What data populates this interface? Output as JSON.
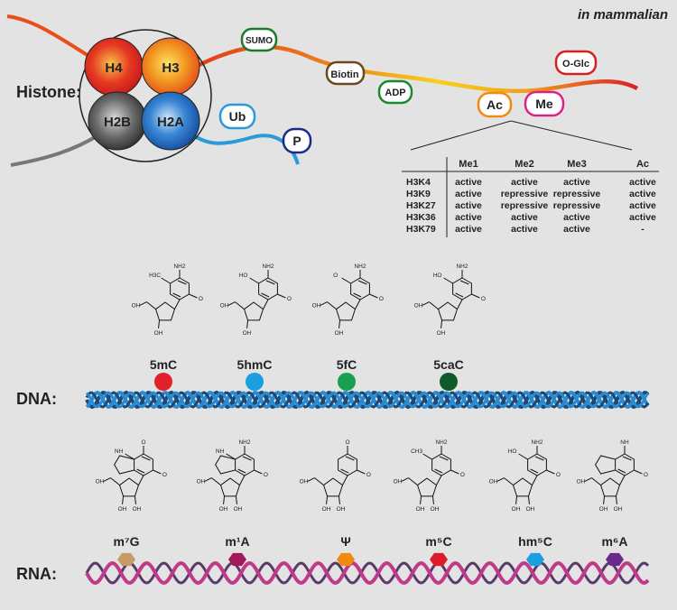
{
  "header": {
    "note": "in mammalian"
  },
  "histone": {
    "label": "Histone:",
    "cores": [
      "H4",
      "H3",
      "H2B",
      "H2A"
    ],
    "tags": [
      {
        "label": "SUMO",
        "color": "#1a7a2e"
      },
      {
        "label": "Biotin",
        "color": "#6b4a1a"
      },
      {
        "label": "ADP",
        "color": "#1a8a2e"
      },
      {
        "label": "O-Glc",
        "color": "#d62020"
      },
      {
        "label": "Ac",
        "color": "#f08a10"
      },
      {
        "label": "Me",
        "color": "#e0208a"
      },
      {
        "label": "Ub",
        "color": "#2a9ad8"
      },
      {
        "label": "P",
        "color": "#1a2a8a"
      }
    ]
  },
  "table": {
    "headers": [
      "",
      "Me1",
      "Me2",
      "Me3",
      "Ac"
    ],
    "rows": [
      [
        "H3K4",
        "active",
        "active",
        "active",
        "active"
      ],
      [
        "H3K9",
        "active",
        "repressive",
        "repressive",
        "active"
      ],
      [
        "H3K27",
        "active",
        "repressive",
        "repressive",
        "active"
      ],
      [
        "H3K36",
        "active",
        "active",
        "active",
        "active"
      ],
      [
        "H3K79",
        "active",
        "active",
        "active",
        "-"
      ]
    ]
  },
  "dna": {
    "label": "DNA:",
    "marks": [
      {
        "label": "5mC",
        "color": "#e0202a"
      },
      {
        "label": "5hmC",
        "color": "#1aa0e0"
      },
      {
        "label": "5fC",
        "color": "#18a050"
      },
      {
        "label": "5caC",
        "color": "#0e5a28"
      }
    ],
    "atoms": {
      "nh2": "NH2",
      "ch3": "H3C",
      "oh": "OH",
      "o": "O",
      "n": "N",
      "ho": "HO",
      "h": "H"
    }
  },
  "rna": {
    "label": "RNA:",
    "marks": [
      {
        "label": "m⁷G",
        "color": "#c89a68"
      },
      {
        "label": "m¹A",
        "color": "#a01a5a"
      },
      {
        "label": "Ψ",
        "color": "#f08a10"
      },
      {
        "label": "m⁵C",
        "color": "#e01a2a"
      },
      {
        "label": "hm⁵C",
        "color": "#1aa0e0"
      },
      {
        "label": "m⁶A",
        "color": "#6a2a8a"
      }
    ],
    "atoms": {
      "ch3": "CH3",
      "nh": "NH",
      "plus": "+"
    }
  }
}
